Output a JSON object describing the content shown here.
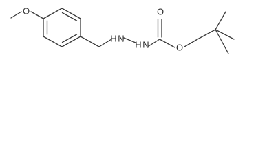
{
  "molecule": {
    "atoms": {
      "methoxy_o": "O",
      "nh_left": "H",
      "nh_left_n": "N",
      "nh_right": "H",
      "nh_right_n": "N",
      "carbonyl_o": "O",
      "ester_o": "O"
    }
  }
}
